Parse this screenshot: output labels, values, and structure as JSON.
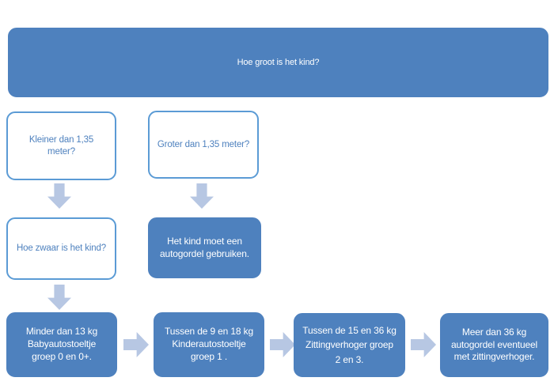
{
  "diagram": {
    "title_box": {
      "label": "Hoe groot is het kind?",
      "style": "filled"
    },
    "decision_row": [
      {
        "label": "Kleiner dan 1,35\nmeter?",
        "style": "outlined"
      },
      {
        "label": "Groter dan 1,35 meter?",
        "style": "outlined"
      }
    ],
    "middle_row": [
      {
        "label": "Hoe zwaar is het kind?",
        "style": "outlined"
      },
      {
        "label": "Het kind moet een\nautogordel gebruiken.",
        "style": "filled"
      }
    ],
    "result_row": [
      {
        "label": "Minder dan 13 kg\nBabyautostoeltje\ngroep 0 en 0+.",
        "style": "filled"
      },
      {
        "label": "Tussen de 9 en 18 kg\nKinderautostoeltje\ngroep 1 .",
        "style": "filled"
      },
      {
        "label": "Tussen de 15 en 36 kg\nZittingverhoger groep\n2 en 3.",
        "style": "filled"
      },
      {
        "label": "Meer dan 36 kg\nautogordel eventueel\nmet zittingverhoger.",
        "style": "filled"
      }
    ],
    "connectors": [
      {
        "name": "arrow-down-kleiner-to-hoezwaar",
        "direction": "down"
      },
      {
        "name": "arrow-down-groter-to-autogordel",
        "direction": "down"
      },
      {
        "name": "arrow-down-hoezwaar-to-minder13",
        "direction": "down"
      },
      {
        "name": "arrow-right-minder13-to-tussen9-18",
        "direction": "right"
      },
      {
        "name": "arrow-right-tussen9-18-to-tussen15-36",
        "direction": "right"
      },
      {
        "name": "arrow-right-tussen15-36-to-meer36",
        "direction": "right"
      }
    ],
    "colors": {
      "fill_blue": "#4E81BE",
      "outline_blue": "#5B9BD5",
      "text_blue": "#4E81BE",
      "arrow_blue": "#B7C7E3",
      "background": "#FFFFFF",
      "filled_text": "#FFFFFF"
    }
  }
}
